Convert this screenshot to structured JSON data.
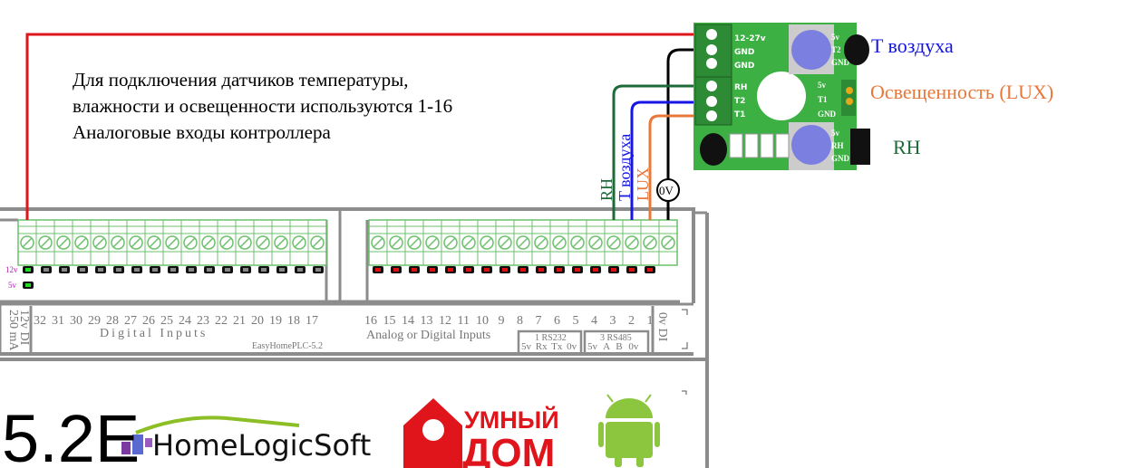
{
  "description": [
    "Для подключения датчиков температуры,",
    "влажности и освещенности используются 1-16",
    "Аналоговые входы контроллера"
  ],
  "sensor_labels": {
    "t_air": "T воздуха",
    "lux": "Освещенность (LUX)",
    "rh": "RH"
  },
  "sensor_board": {
    "pins_top": [
      "12-27v",
      "GND",
      "GND"
    ],
    "pins_bottom": [
      "RH",
      "T2",
      "T1"
    ],
    "right_top": [
      "5v",
      "T2",
      "GND"
    ],
    "right_mid": [
      "5v",
      "T1",
      "GND"
    ],
    "right_bottom": [
      "5v",
      "RH",
      "GND"
    ]
  },
  "wire_labels": {
    "rh": "RH",
    "t_air": "T воздуха",
    "lux": "LUX",
    "zero": "0V"
  },
  "colors": {
    "red": "#e0141b",
    "black": "#000000",
    "green": "#1e6b3a",
    "blue": "#1515e6",
    "orange": "#e8773a",
    "terminal": "#6cc06c",
    "board": "#3cb043"
  },
  "controller": {
    "power_label": "12v DI",
    "power_sub": "250 mA",
    "digital_numbers": [
      "32",
      "31",
      "30",
      "29",
      "28",
      "27",
      "26",
      "25",
      "24",
      "23",
      "22",
      "21",
      "20",
      "19",
      "18",
      "17"
    ],
    "digital_title": "Digital Inputs",
    "model": "EasyHomePLC-5.2",
    "analog_numbers": [
      "16",
      "15",
      "14",
      "13",
      "12",
      "11",
      "10",
      "9",
      "8",
      "7",
      "6",
      "5",
      "4",
      "3",
      "2",
      "1"
    ],
    "analog_title": "Analog or Digital Inputs",
    "rs232": {
      "title": "1 RS232",
      "pins": "5v Rx Tx 0v"
    },
    "rs485": {
      "title": "3 RS485",
      "pins": "5v A B 0v"
    },
    "zero_di": "0v DI",
    "led_12v": "12v",
    "led_5v": "5v"
  },
  "version": "5.2E",
  "logos": {
    "homelogicsoft": "HomeLogicSoft",
    "umny_dom_1": "УМНЫЙ",
    "umny_dom_2": "ДОМ"
  }
}
